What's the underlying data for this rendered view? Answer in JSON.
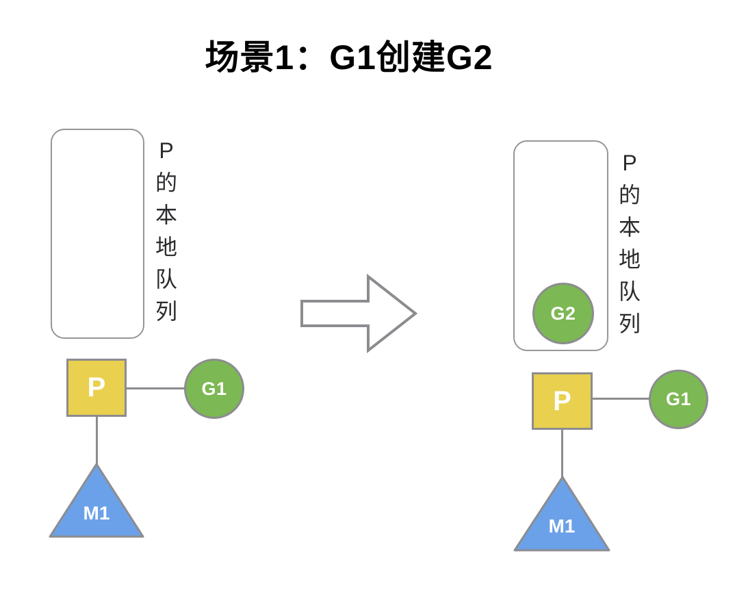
{
  "title": "场景1：G1创建G2",
  "left_state": {
    "queue_label": "P的本地队列",
    "processor_label": "P",
    "goroutine_label": "G1",
    "machine_label": "M1"
  },
  "right_state": {
    "queue_label": "P的本地队列",
    "queue_item_label": "G2",
    "processor_label": "P",
    "goroutine_label": "G1",
    "machine_label": "M1"
  },
  "colors": {
    "processor_yellow": "#E9D04E",
    "goroutine_green": "#7CB853",
    "machine_blue": "#6BA1E8",
    "stroke_gray": "#8C8C90",
    "queue_border": "#96969A",
    "title_black": "#000000",
    "label_dark": "#2B2B2E"
  }
}
